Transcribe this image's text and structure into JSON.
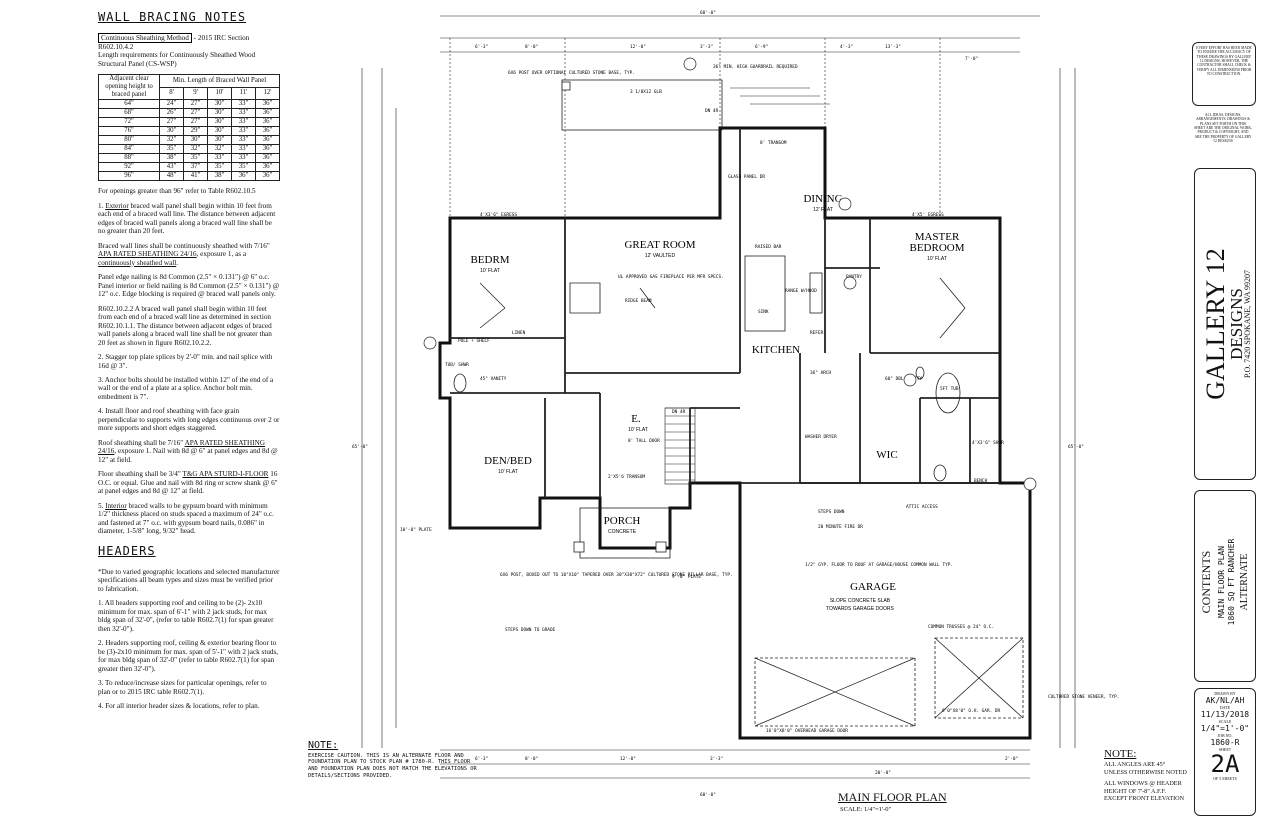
{
  "notes": {
    "title": "WALL BRACING NOTES",
    "method_label": "Continuous Sheathing Method",
    "method_ref": " - 2015 IRC Section R602.10.4.2",
    "length_req": "Length requirements for Continuously Sheathed Wood Structural Panel (CS-WSP)",
    "table": {
      "head_left": "Adjacent clear opening height to braced panel",
      "head_right": "Min. Length of Braced Wall Panel",
      "cols": [
        "8'",
        "9'",
        "10'",
        "11'",
        "12'"
      ],
      "rows": [
        [
          "64\"",
          "24\"",
          "27\"",
          "30\"",
          "33\"",
          "36\""
        ],
        [
          "68\"",
          "26\"",
          "27\"",
          "30\"",
          "33\"",
          "36\""
        ],
        [
          "72\"",
          "27\"",
          "27\"",
          "30\"",
          "33\"",
          "36\""
        ],
        [
          "76\"",
          "30\"",
          "29\"",
          "30\"",
          "33\"",
          "36\""
        ],
        [
          "80\"",
          "32\"",
          "30\"",
          "30\"",
          "33\"",
          "36\""
        ],
        [
          "84\"",
          "35\"",
          "32\"",
          "32\"",
          "33\"",
          "36\""
        ],
        [
          "88\"",
          "38\"",
          "35\"",
          "33\"",
          "33\"",
          "36\""
        ],
        [
          "92\"",
          "43\"",
          "37\"",
          "35\"",
          "35\"",
          "36\""
        ],
        [
          "96\"",
          "48\"",
          "41\"",
          "38\"",
          "36\"",
          "36\""
        ]
      ]
    },
    "openings_note": "For openings greater than 96\" refer to Table R602.10.5",
    "p1a": "1. ",
    "p1u": "Exterior",
    "p1b": " braced wall panel shall begin within 10 feet from each end of a braced wall line. The distance between adjacent edges of braced wall panels along a braced wall line shall be no greater than 20 feet.",
    "p2a": "Braced wall lines shall be continuously sheathed with 7/16\" ",
    "p2u": "APA RATED SHEATHING 24/16",
    "p2b": ", exposure 1, as a ",
    "p2u2": "continuously sheathed wall",
    "p2c": ".",
    "p3": "Panel edge nailing is 8d Common (2.5\" × 0.131\") @ 6\" o.c. Panel interior or field nailing is 8d Common (2.5\" × 0.131\") @ 12\" o.c. Edge blocking is required @ braced wall panels only.",
    "p4": "R602.10.2.2 A braced wall panel shall begin within 10 feet from each end of a braced wall line as determined in section R602.10.1.1. The distance between adjacent edges of braced wall panels along a braced wall line shall be not greater than 20 feet as shown in figure R602.10.2.2.",
    "p5": "2. Stagger top plate splices by 2'-0\" min. and nail splice with 16d @ 3\".",
    "p6": "3. Anchor bolts should be installed within 12\" of the end of a wall or the end of a plate at a splice. Anchor bolt min. embedment is 7\".",
    "p7": "4. Install floor and roof sheathing with face grain perpendicular to supports with long edges continuous over 2 or more supports and short edges staggered.",
    "p8a": "Roof sheathing shall be 7/16\" ",
    "p8u": "APA RATED SHEATHING 24/16",
    "p8b": ", exposure 1. Nail with 8d @ 6\" at panel edges and 8d @ 12\" at field.",
    "p9a": "Floor sheathing shall be 3/4\" ",
    "p9u": "T&G APA STURD-I-FLOOR",
    "p9b": " 16 O.C. or equal. Glue and nail with 8d ring or screw shank @ 6\" at panel edges and 8d @ 12\" at field.",
    "p10a": "5. ",
    "p10u": "Interior",
    "p10b": " braced walls to be gypsum board with minimum 1/2\" thickness placed on studs spaced a maximum of 24\" o.c. and fastened at 7\" o.c. with gypsum board nails, 0.086\" in diameter, 1-5/8\" long, 9/32\" head."
  },
  "headers": {
    "title": "HEADERS",
    "h0": "*Due to varied geographic locations and selected manufacturer specifications all beam types and sizes must be verified prior to fabrication.",
    "h1": "1. All headers supporting roof and ceiling to be (2)- 2x10 minimum for max. span of 6'-1\" with 2 jack studs, for max bldg span of 32'-0\", (refer to table R602.7(1) for span greater then 32'-0\").",
    "h2": "2. Headers supporting roof, ceiling & exterior bearing floor to be (3)-2x10 minimum for max. span of 5'-1\" with 2 jack studs, for max bldg span of 32'-0\" (refer to table R602.7(1) for span greater then 32'-0\").",
    "h3": "3. To reduce/increase sizes for particular openings, refer to plan or to 2015 IRC table R602.7(1).",
    "h4": "4. For all interior header sizes & locations, refer to plan."
  },
  "plan": {
    "rooms": {
      "dining": "DINING",
      "dining_sub": "12' FLAT",
      "great": "GREAT ROOM",
      "great_sub": "12' VAULTED",
      "master": "MASTER",
      "master2": "BEDROOM",
      "master_sub": "10' FLAT",
      "bedrm": "BEDRM",
      "bedrm_sub": "10' FLAT",
      "kitchen": "KITCHEN",
      "den": "DEN/BED",
      "den_sub": "10' FLAT",
      "entry": "E.",
      "entry_sub": "10' FLAT",
      "wic": "WIC",
      "porch": "PORCH",
      "porch_sub": "CONCRETE",
      "garage": "GARAGE",
      "garage_sub1": "SLOPE CONCRETE SLAB",
      "garage_sub2": "TOWARDS GARAGE DOORS"
    },
    "labels": {
      "glb_top": "3 1/8X12 GLB",
      "guardrail": "36\" MIN. HIGH GUARDRAIL REQUIRED",
      "post_top": "6X6 POST OVER OPTIONAL CULTURED STONE BASE, TYP.",
      "transom": "8' TRANSOM",
      "glass": "GLASS PANEL DR",
      "egress1": "4'X3'6\" EGRESS",
      "egress2": "4'X5' EGRESS",
      "fireplace": "UL APPROVED GAS FIREPLACE PER MFR SPECS.",
      "ridge": "RIDGE BEAM",
      "raised": "RAISED BAR",
      "range": "RANGE W/HOOD",
      "sink": "SINK",
      "pantry": "PANTRY",
      "refer": "REFER",
      "arch": "36\" ARCH",
      "linen": "LINEN",
      "pole": "POLE + SHELF",
      "tub": "TUB/ SHWR",
      "vanity1": "45\" VANITY",
      "vanity2": "60\" DBL VANITY",
      "tub2": "5FT TUB",
      "shwr": "4'X3'6\" SHWR",
      "bench": "BENCH",
      "washer": "WASHER DRYER",
      "door": "8' TALL DOOR",
      "transom2": "2'X5'6 TRANSOM",
      "steps": "STEPS DOWN",
      "fire_dr": "20 MINUTE FIRE DR",
      "attic": "ATTIC ACCESS",
      "gyp": "1/2\" GYP. FLOOR TO ROOF AT GARAGE/HOUSE COMMON WALL TYP.",
      "common": "COMMON TRUSSES @ 24\" O.C.",
      "post_porch": "6X6 POST, BOXED OUT TO 10\"X10\" TAPERED OVER 30\"X30\"X72\" CULTURED STONE PILLAR BASE, TYP.",
      "steps_grade": "STEPS DOWN TO GRADE",
      "ohdoor1": "16'0\"X8'0\" OVERHEAD GARAGE DOOR",
      "ohdoor2": "9'0\"X8'0\" O.H. GAR. DR",
      "veneer": "CULTURED STONE VENEER, TYP.",
      "plate1": "10'-0\" PLATE",
      "plate2": "9'-0\" PLATE",
      "dim_total": "60'-0\"",
      "dim_depth": "65'-0\"",
      "dn": "DN 4R"
    },
    "dims_top": [
      "6'-3\"",
      "8'-0\"",
      "12'-0\"",
      "3'-3\"",
      "6'-9\"",
      "4'-3\"",
      "13'-3\"",
      "7'-0\""
    ],
    "dims_bottom": [
      "6'-3\"",
      "8'-0\"",
      "12'-0\"",
      "3'-3\"",
      "20'-0\"",
      "2'-0\""
    ]
  },
  "bottom_note": {
    "title": "NOTE:",
    "text": "EXERCISE CAUTION. THIS IS AN ALTERNATE FLOOR AND FOUNDATION PLAN TO STOCK PLAN # 1780-R. THIS FLOOR AND FOUNDATION PLAN DOES NOT MATCH THE ELEVATIONS OR DETAILS/SECTIONS PROVIDED."
  },
  "plan_title": "MAIN FLOOR PLAN",
  "plan_scale": "SCALE: 1/4\"=1'-0\"",
  "right_note": {
    "title": "NOTE:",
    "l1": "ALL ANGLES ARE 45°",
    "l2": "UNLESS OTHERWISE NOTED",
    "l3": "ALL WINDOWS @ HEADER",
    "l4": "HEIGHT OF 7'-8\" A.F.F.",
    "l5": "EXCEPT FRONT ELEVATION"
  },
  "title_block": {
    "disclaimer": "EVERY EFFORT HAS BEEN MADE TO ENSURE THE ACCURACY OF THESE DRAWINGS BY GALLERY 12 DESIGNS; HOWEVER, THE CONTRACTOR SHALL CHECK & VERIFY ALL DIMENSIONS PRIOR TO CONSTRUCTION.",
    "copyright": "ALL IDEAS, DESIGNS, ARRANGEMENTS, DRAWINGS & PLANS SET FORTH ON THIS SHEET ARE THE ORIGINAL WORK, PRODUCT & COPYRIGHT, AND ARE THE PROPERTY OF GALLERY 12 DESIGNS",
    "company1": "GALLERY 12",
    "company2": "DESIGNS",
    "address": "P.O. 7420 SPOKANE, WA 99207",
    "contents": "CONTENTS",
    "c1": "MAIN FLOOR PLAN",
    "c2": "1860 SQ FT RANCHER",
    "c3": "ALTERNATE",
    "drawn_lbl": "DRAWN BY",
    "drawn": "AK/NL/AH",
    "date_lbl": "DATE",
    "date": "11/13/2018",
    "scale_lbl": "SCALE",
    "scale": "1/4\"=1'-0\"",
    "job_lbl": "JOB NO.",
    "job": "1860-R",
    "sheet_lbl": "SHEET",
    "sheet": "2A",
    "of": "OF 5 SHEETS"
  }
}
